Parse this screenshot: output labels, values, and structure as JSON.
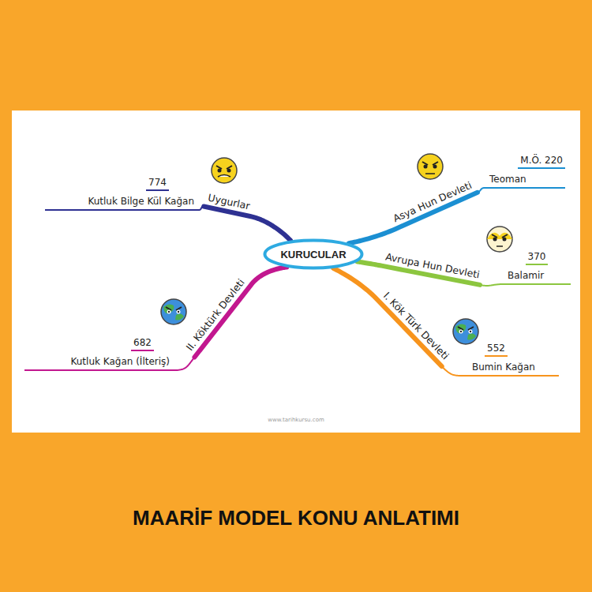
{
  "diagram": {
    "title": "MAARİF MODEL KONU ANLATIMI",
    "nodes": [
      {
        "text": [
          "KURUCULAR"
        ]
      },
      {
        "text": [
          "Uygurlar"
        ]
      },
      {
        "text": [
          "774",
          "Kutluk Bilge Kül Kağan"
        ]
      },
      {
        "text": [
          "Asya Hun Devleti"
        ]
      },
      {
        "text": [
          "M.Ö. 220",
          "Teoman"
        ]
      },
      {
        "text": [
          "Avrupa Hun Devleti"
        ]
      },
      {
        "text": [
          "370",
          "Balamir"
        ]
      },
      {
        "text": [
          "I. Kök Türk Devleti"
        ]
      },
      {
        "text": [
          "552",
          "Bumin Kağan"
        ]
      },
      {
        "text": [
          "II. Köktürk Devleti"
        ]
      },
      {
        "text": [
          "682",
          "Kutluk Kağan (İlteriş)"
        ]
      }
    ],
    "edges": [
      {
        "from": 0,
        "to": 1,
        "arrow": "none"
      },
      {
        "from": 1,
        "to": 2,
        "arrow": "none"
      },
      {
        "from": 0,
        "to": 3,
        "arrow": "none"
      },
      {
        "from": 3,
        "to": 4,
        "arrow": "none"
      },
      {
        "from": 0,
        "to": 5,
        "arrow": "none"
      },
      {
        "from": 5,
        "to": 6,
        "arrow": "none"
      },
      {
        "from": 0,
        "to": 7,
        "arrow": "none"
      },
      {
        "from": 7,
        "to": 8,
        "arrow": "none"
      },
      {
        "from": 0,
        "to": 9,
        "arrow": "none"
      },
      {
        "from": 9,
        "to": 10,
        "arrow": "none"
      }
    ],
    "labels": [
      "www.tarihkursu.com"
    ]
  }
}
